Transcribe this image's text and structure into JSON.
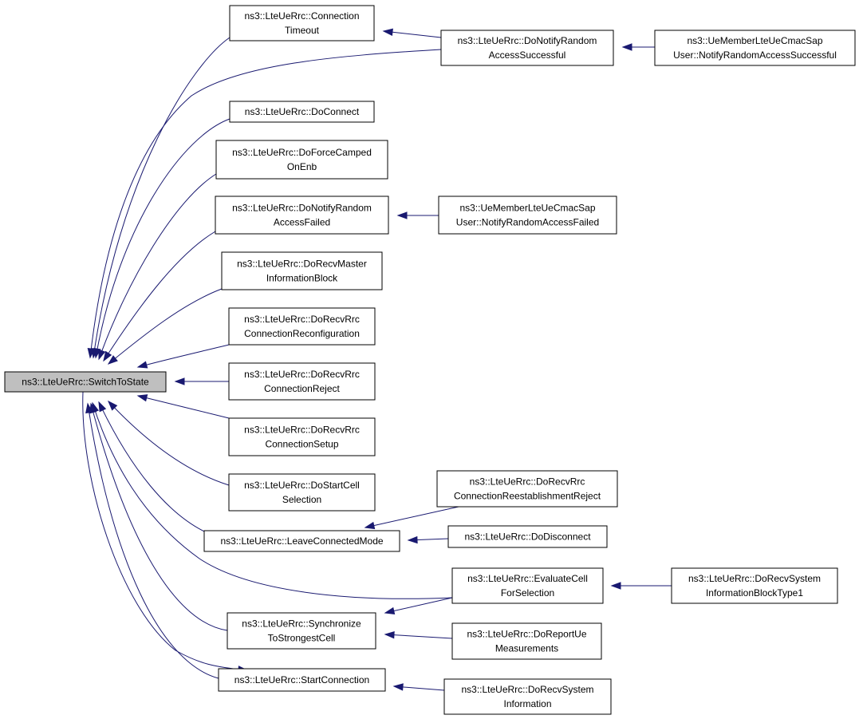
{
  "nodes": [
    {
      "id": "switch",
      "lines": [
        "ns3::LteUeRrc::SwitchToState"
      ],
      "focus": true
    },
    {
      "id": "connTimeout",
      "lines": [
        "ns3::LteUeRrc::Connection",
        "Timeout"
      ]
    },
    {
      "id": "doNotifyRAS",
      "lines": [
        "ns3::LteUeRrc::DoNotifyRandom",
        "AccessSuccessful"
      ]
    },
    {
      "id": "cmacNotifyRAS",
      "lines": [
        "ns3::UeMemberLteUeCmacSap",
        "User::NotifyRandomAccessSuccessful"
      ]
    },
    {
      "id": "doConnect",
      "lines": [
        "ns3::LteUeRrc::DoConnect"
      ]
    },
    {
      "id": "doForceCamped",
      "lines": [
        "ns3::LteUeRrc::DoForceCamped",
        "OnEnb"
      ]
    },
    {
      "id": "doNotifyRAF",
      "lines": [
        "ns3::LteUeRrc::DoNotifyRandom",
        "AccessFailed"
      ]
    },
    {
      "id": "cmacNotifyRAF",
      "lines": [
        "ns3::UeMemberLteUeCmacSap",
        "User::NotifyRandomAccessFailed"
      ]
    },
    {
      "id": "doRecvMIB",
      "lines": [
        "ns3::LteUeRrc::DoRecvMaster",
        "InformationBlock"
      ]
    },
    {
      "id": "doRecvRrcReconf",
      "lines": [
        "ns3::LteUeRrc::DoRecvRrc",
        "ConnectionReconfiguration"
      ]
    },
    {
      "id": "doRecvRrcReject",
      "lines": [
        "ns3::LteUeRrc::DoRecvRrc",
        "ConnectionReject"
      ]
    },
    {
      "id": "doRecvRrcSetup",
      "lines": [
        "ns3::LteUeRrc::DoRecvRrc",
        "ConnectionSetup"
      ]
    },
    {
      "id": "doStartCellSel",
      "lines": [
        "ns3::LteUeRrc::DoStartCell",
        "Selection"
      ]
    },
    {
      "id": "doRecvRrcReestReject",
      "lines": [
        "ns3::LteUeRrc::DoRecvRrc",
        "ConnectionReestablishmentReject"
      ]
    },
    {
      "id": "leaveConnected",
      "lines": [
        "ns3::LteUeRrc::LeaveConnectedMode"
      ]
    },
    {
      "id": "doDisconnect",
      "lines": [
        "ns3::LteUeRrc::DoDisconnect"
      ]
    },
    {
      "id": "evaluateCell",
      "lines": [
        "ns3::LteUeRrc::EvaluateCell",
        "ForSelection"
      ]
    },
    {
      "id": "doRecvSIB1",
      "lines": [
        "ns3::LteUeRrc::DoRecvSystem",
        "InformationBlockType1"
      ]
    },
    {
      "id": "syncStrongest",
      "lines": [
        "ns3::LteUeRrc::Synchronize",
        "ToStrongestCell"
      ]
    },
    {
      "id": "doReportUe",
      "lines": [
        "ns3::LteUeRrc::DoReportUe",
        "Measurements"
      ]
    },
    {
      "id": "startConnection",
      "lines": [
        "ns3::LteUeRrc::StartConnection"
      ]
    },
    {
      "id": "doRecvSI",
      "lines": [
        "ns3::LteUeRrc::DoRecvSystem",
        "Information"
      ]
    }
  ],
  "edges": [
    {
      "from": "connTimeout",
      "to": "switch"
    },
    {
      "from": "doNotifyRAS",
      "to": "switch"
    },
    {
      "from": "doConnect",
      "to": "switch"
    },
    {
      "from": "doForceCamped",
      "to": "switch"
    },
    {
      "from": "doNotifyRAF",
      "to": "switch"
    },
    {
      "from": "doRecvMIB",
      "to": "switch"
    },
    {
      "from": "doRecvRrcReconf",
      "to": "switch"
    },
    {
      "from": "doRecvRrcReject",
      "to": "switch"
    },
    {
      "from": "doRecvRrcSetup",
      "to": "switch"
    },
    {
      "from": "doStartCellSel",
      "to": "switch"
    },
    {
      "from": "leaveConnected",
      "to": "switch"
    },
    {
      "from": "evaluateCell",
      "to": "switch"
    },
    {
      "from": "syncStrongest",
      "to": "switch"
    },
    {
      "from": "startConnection",
      "to": "switch"
    },
    {
      "from": "switch",
      "to": "startConnection"
    },
    {
      "from": "doNotifyRAS",
      "to": "connTimeout"
    },
    {
      "from": "cmacNotifyRAS",
      "to": "doNotifyRAS"
    },
    {
      "from": "cmacNotifyRAF",
      "to": "doNotifyRAF"
    },
    {
      "from": "doRecvRrcReestReject",
      "to": "leaveConnected"
    },
    {
      "from": "doDisconnect",
      "to": "leaveConnected"
    },
    {
      "from": "evaluateCell",
      "to": "syncStrongest"
    },
    {
      "from": "doReportUe",
      "to": "syncStrongest"
    },
    {
      "from": "doRecvSIB1",
      "to": "evaluateCell"
    },
    {
      "from": "doRecvSI",
      "to": "startConnection"
    }
  ],
  "colors": {
    "edge": "#191970",
    "focus_fill": "#bfbfbf",
    "node_border": "#000000"
  }
}
